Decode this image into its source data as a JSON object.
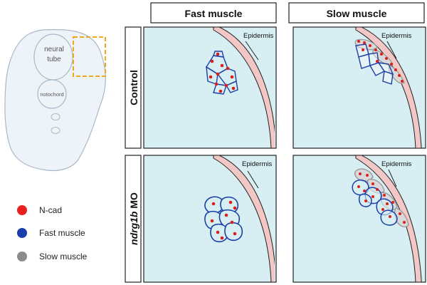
{
  "columns": {
    "fast": "Fast muscle",
    "slow": "Slow muscle"
  },
  "rows": {
    "control": "Control",
    "morphant": "ndrg1b",
    "morphant_suffix": " MO"
  },
  "panel_label": "Epidermis",
  "schematic": {
    "neural_tube_line1": "neural",
    "neural_tube_line2": "tube",
    "notochord": "notochord"
  },
  "legend": [
    {
      "label": "N-cad",
      "color": "#e8211f"
    },
    {
      "label": "Fast muscle",
      "color": "#1a3fa8"
    },
    {
      "label": "Slow muscle",
      "color": "#8c8c8c"
    }
  ],
  "colors": {
    "panel_bg": "#d7eef3",
    "epidermis": "#f4c7c7",
    "fast_cell": "#1a3fa8",
    "slow_cell": "#9a9a9a",
    "ncad": "#d4231f",
    "highlight_box": "#f0a81c"
  }
}
